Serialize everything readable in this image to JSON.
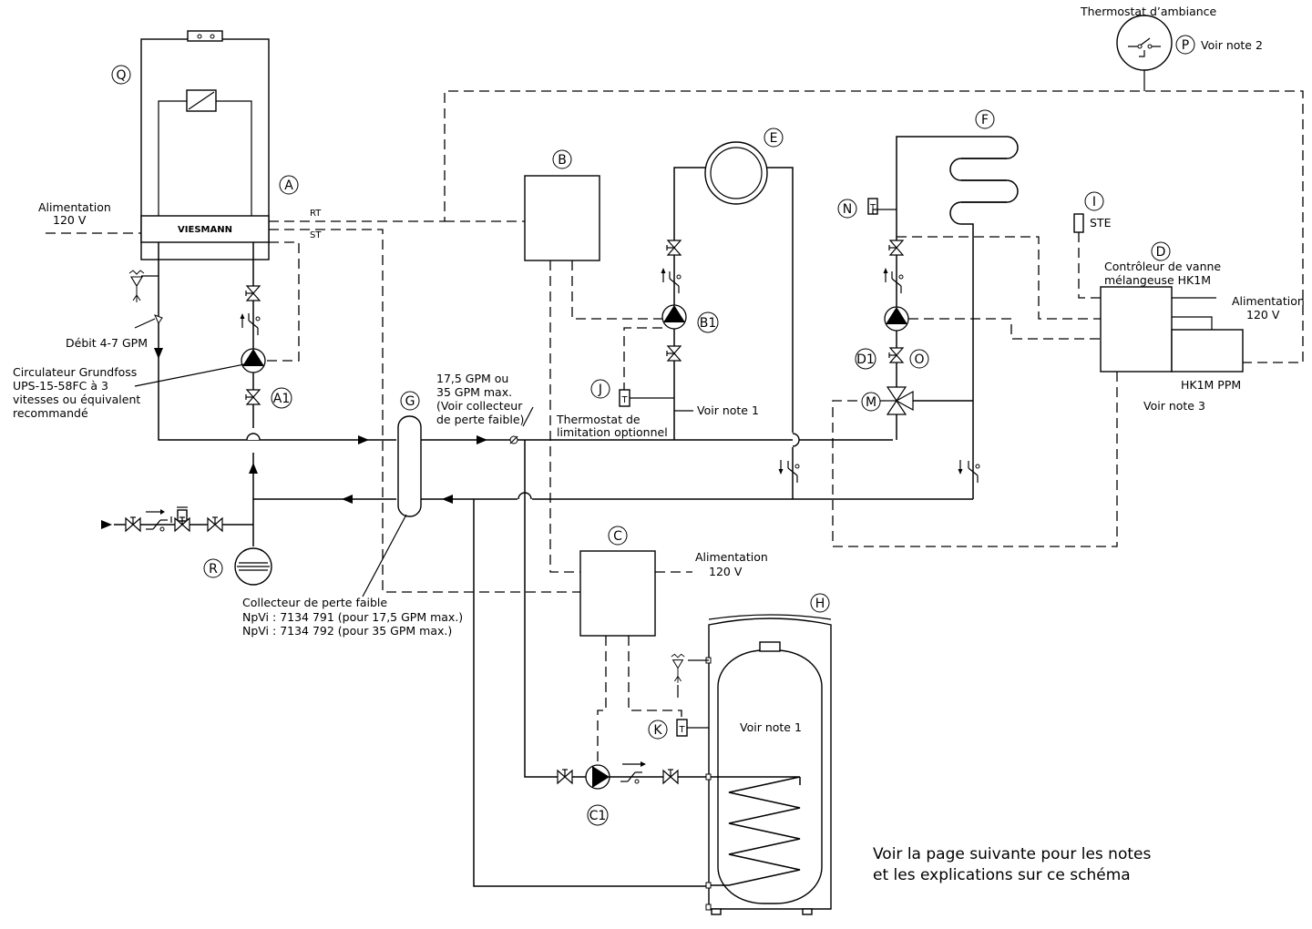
{
  "labels": {
    "room_thermostat": "Thermostat d’ambiance",
    "see_note_2": "Voir note 2",
    "power_boiler_1": "Alimentation",
    "power_boiler_2": "120 V",
    "rt": "RT",
    "st": "ST",
    "brand": "VIESMANN",
    "flow_rate": "Débit 4-7 GPM",
    "pump_line1": "Circulateur Grundfoss",
    "pump_line2": "UPS-15-58FC à 3",
    "pump_line3": "vitesses ou équivalent",
    "pump_line4": "recommandé",
    "gpm_line1": "17,5 GPM ou",
    "gpm_line2": "35 GPM max.",
    "gpm_line3": "(Voir collecteur",
    "gpm_line4": "de perte faible)",
    "limit_line1": "Thermostat de",
    "limit_line2": "limitation optionnel",
    "see_note_1_a": "Voir note 1",
    "see_note_1_b": "Voir note 1",
    "ste": "STE",
    "mixing_line1": "Contrôleur de vanne",
    "mixing_line2": "mélangeuse HK1M",
    "power_right_1": "Alimentation",
    "power_right_2": "120 V",
    "hk1m_ppm": "HK1M PPM",
    "see_note_3": "Voir note 3",
    "power_c_1": "Alimentation",
    "power_c_2": "120 V",
    "header_line1": "Collecteur de perte faible",
    "header_line2": "NpVi : 7134 791 (pour 17,5 GPM max.)",
    "header_line3": "NpVi : 7134 792 (pour 35 GPM max.)",
    "footer_line1": "Voir la page suivante pour les notes",
    "footer_line2": "et les explications sur ce schéma",
    "sensor_t": "T"
  },
  "markers": {
    "Q": "Q",
    "A": "A",
    "A1": "A1",
    "B": "B",
    "B1": "B1",
    "C": "C",
    "C1": "C1",
    "D": "D",
    "D1": "D1",
    "E": "E",
    "F": "F",
    "G": "G",
    "H": "H",
    "I": "I",
    "J": "J",
    "K": "K",
    "M": "M",
    "N": "N",
    "O": "O",
    "P": "P",
    "R": "R"
  }
}
